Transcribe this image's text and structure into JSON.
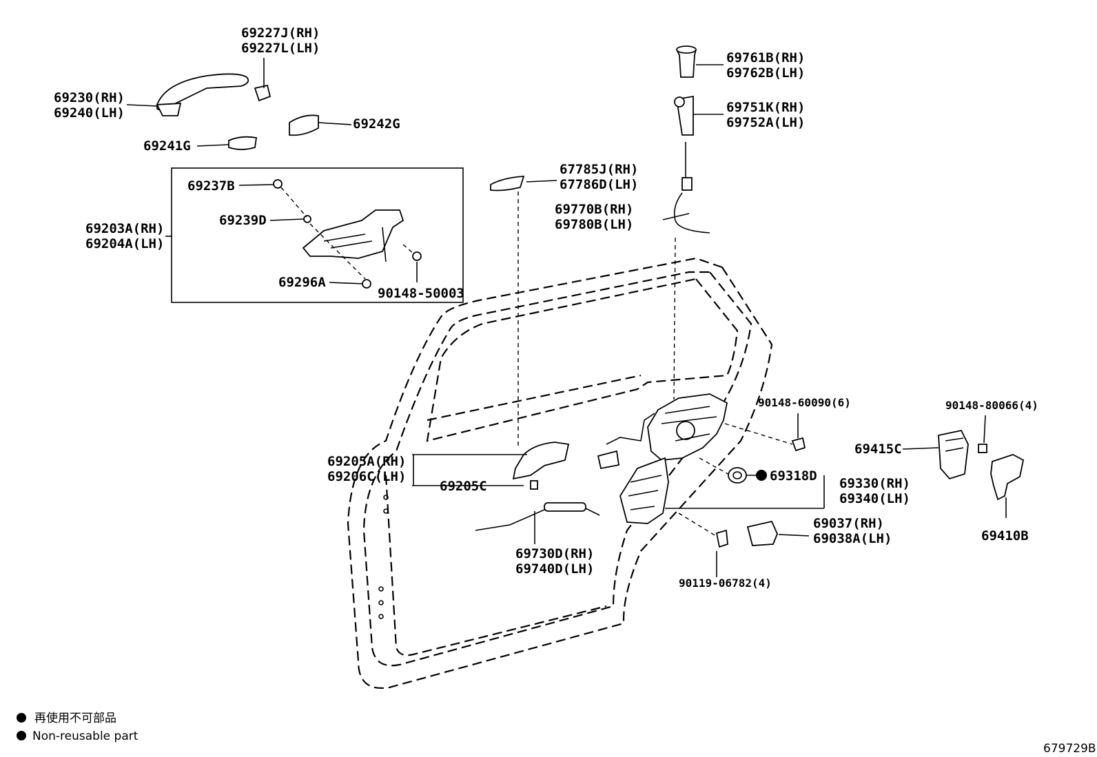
{
  "labels": {
    "p69227J": "69227J(RH)",
    "p69227L": "69227L(LH)",
    "p69230": "69230(RH)",
    "p69240": "69240(LH)",
    "p69242G": "69242G",
    "p69241G": "69241G",
    "p69237B": "69237B",
    "p69239D": "69239D",
    "p69203A": "69203A(RH)",
    "p69204A": "69204A(LH)",
    "p69296A": "69296A",
    "p90148_50003": "90148-50003",
    "p67785J": "67785J(RH)",
    "p67786D": "67786D(LH)",
    "p69761B": "69761B(RH)",
    "p69762B": "69762B(LH)",
    "p69751K": "69751K(RH)",
    "p69752A": "69752A(LH)",
    "p69770B": "69770B(RH)",
    "p69780B": "69780B(LH)",
    "p90148_60090": "90148-60090(6)",
    "p90148_80066": "90148-80066(4)",
    "p69415C": "69415C",
    "p69205A": "69205A(RH)",
    "p69206C": "69206C(LH)",
    "p69205C": "69205C",
    "p69318D": "69318D",
    "p69330": "69330(RH)",
    "p69340": "69340(LH)",
    "p69037": "69037(RH)",
    "p69038A": "69038A(LH)",
    "p69410B": "69410B",
    "p69730D": "69730D(RH)",
    "p69740D": "69740D(LH)",
    "p90119_06782": "90119-06782(4)"
  },
  "legend": {
    "jp": "再使用不可部品",
    "en": "Non-reusable part"
  },
  "diagram_id": "679729B"
}
